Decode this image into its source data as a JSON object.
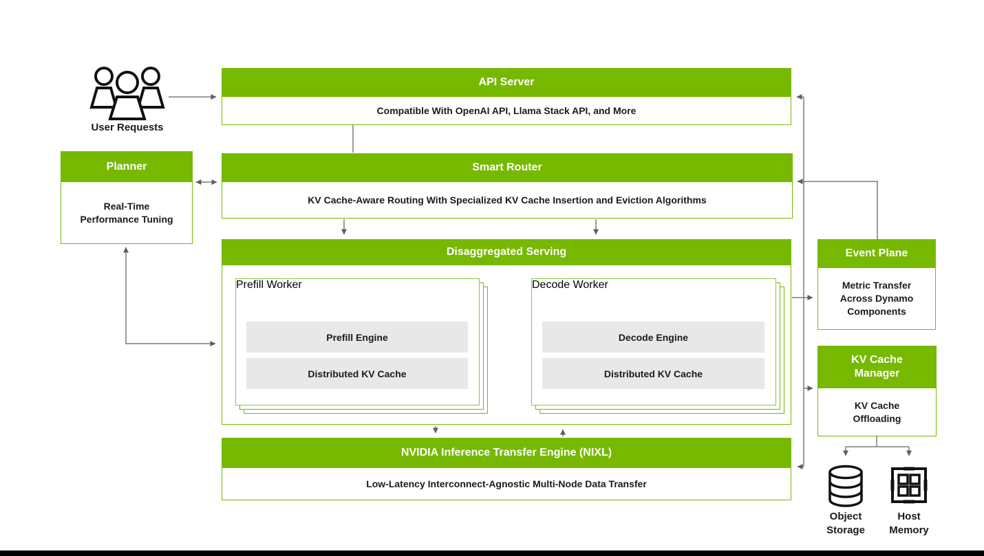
{
  "colors": {
    "nvidia_green": "#76b900",
    "gray_fill": "#e8e8e8",
    "line_gray": "#6e6e6e",
    "text_dark": "#1a1a1a"
  },
  "nodes": {
    "user_requests": {
      "label": "User Requests"
    },
    "api_server": {
      "title": "API Server",
      "subtitle": "Compatible With OpenAI API, Llama Stack API, and More"
    },
    "planner": {
      "title": "Planner",
      "subtitle": "Real-Time Performance Tuning"
    },
    "smart_router": {
      "title": "Smart Router",
      "subtitle": "KV Cache-Aware Routing With Specialized KV Cache Insertion and Eviction Algorithms"
    },
    "disaggregated_serving": {
      "title": "Disaggregated Serving"
    },
    "prefill_worker": {
      "title": "Prefill Worker",
      "items": [
        "Prefill Engine",
        "Distributed KV Cache"
      ]
    },
    "decode_worker": {
      "title": "Decode Worker",
      "items": [
        "Decode Engine",
        "Distributed KV Cache"
      ]
    },
    "event_plane": {
      "title": "Event Plane",
      "subtitle": "Metric Transfer Across Dynamo Components"
    },
    "kv_cache_manager": {
      "title": "KV Cache Manager",
      "subtitle": "KV Cache Offloading"
    },
    "nixl": {
      "title": "NVIDIA Inference Transfer Engine (NIXL)",
      "subtitle": "Low-Latency Interconnect-Agnostic Multi-Node Data Transfer"
    },
    "object_storage": {
      "label": "Object Storage"
    },
    "host_memory": {
      "label": "Host Memory"
    }
  }
}
